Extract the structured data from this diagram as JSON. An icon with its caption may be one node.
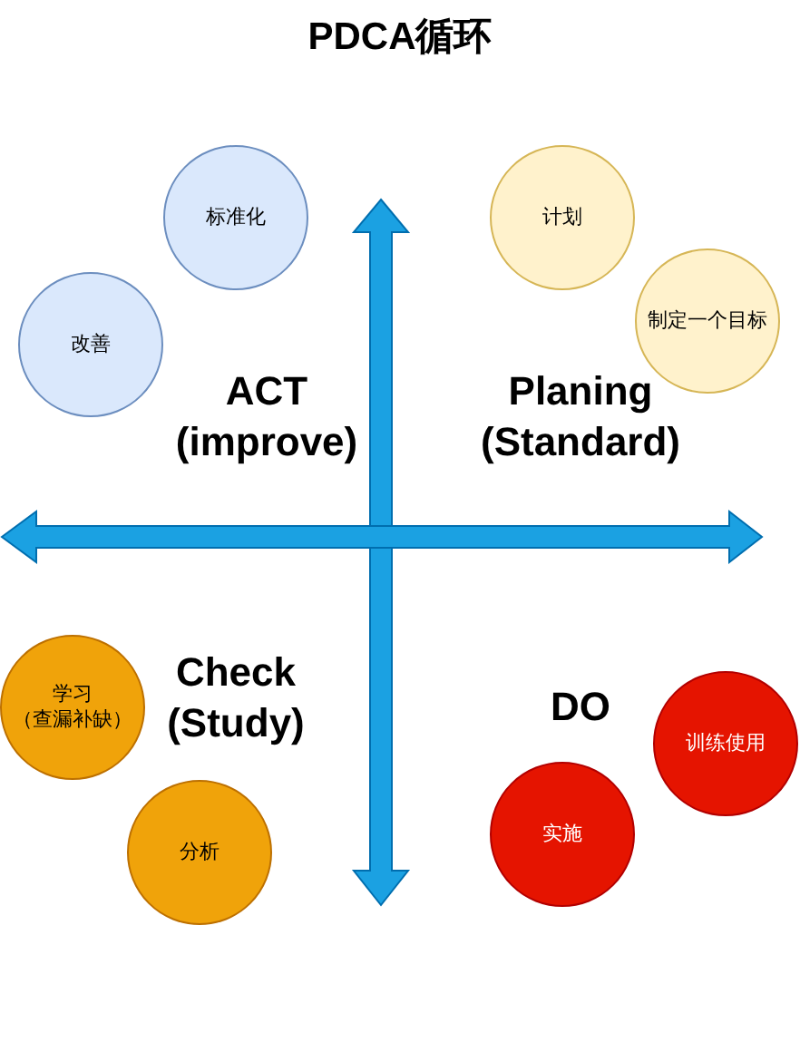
{
  "diagram": {
    "title": "PDCA循环",
    "nodes": [
      {
        "text": [
          "标准化"
        ]
      },
      {
        "text": [
          "计划"
        ]
      },
      {
        "text": [
          "改善"
        ]
      },
      {
        "text": [
          "制定一个目标"
        ]
      },
      {
        "text": [
          "学习（查漏补缺）"
        ]
      },
      {
        "text": [
          "训练使用"
        ]
      },
      {
        "text": [
          "分析"
        ]
      },
      {
        "text": [
          "实施"
        ]
      }
    ],
    "labels": [
      "ACT (improve)",
      "Planing (Standard)",
      "Check (Study)",
      "DO"
    ]
  }
}
